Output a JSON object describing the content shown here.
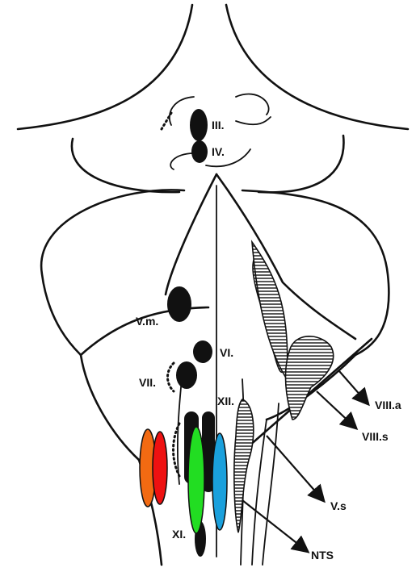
{
  "labels": {
    "oculomotor": "III.",
    "trochlear": "IV.",
    "trigeminal_motor": "V.m.",
    "abducens": "VI.",
    "facial": "VII.",
    "hypoglossal": "XII.",
    "vestibular": "VIII.a",
    "vestibular_s": "VIII.s",
    "trigeminal_spinal": "V.s",
    "accessory": "XI.",
    "solitary": "NTS"
  },
  "colors": {
    "highlight_orange": "#f26a12",
    "highlight_red": "#ee1111",
    "highlight_green": "#22dd22",
    "highlight_blue": "#1aa0dc",
    "ink": "#111111"
  }
}
